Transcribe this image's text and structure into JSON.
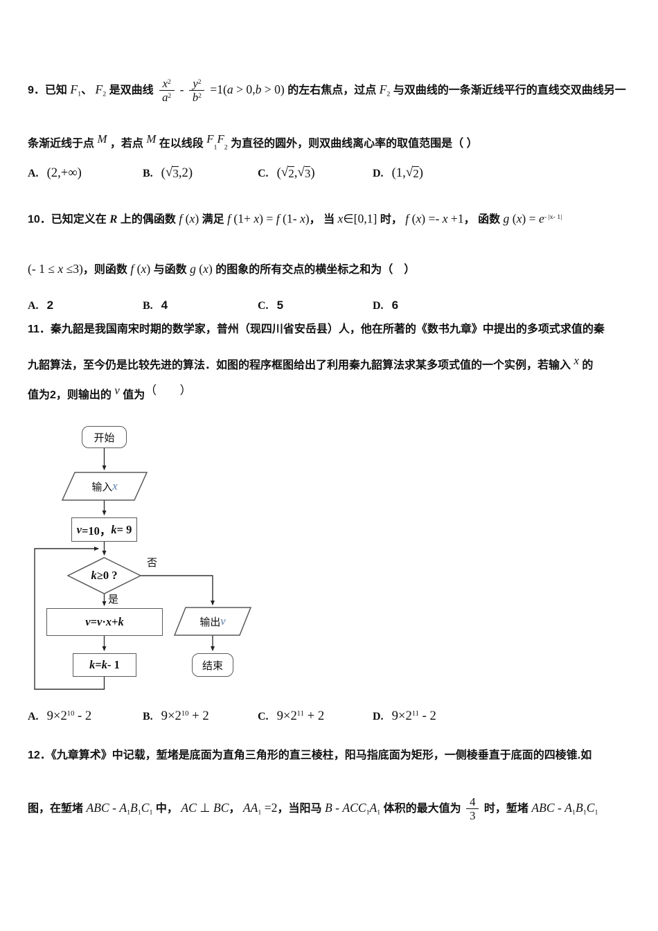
{
  "page": {
    "background": "#ffffff",
    "ink": "#111111",
    "variable_blue": "#5b7fae"
  },
  "questions": {
    "q9": {
      "line1": [
        {
          "t": "c",
          "v": "9．已知 "
        },
        {
          "t": "m",
          "v": "F"
        },
        {
          "t": "sub",
          "v": "1"
        },
        {
          "t": "c",
          "v": "、 "
        },
        {
          "t": "m",
          "v": "F"
        },
        {
          "t": "sub",
          "v": "2"
        },
        {
          "t": "c",
          "v": " 是双曲线 "
        },
        {
          "t": "frac",
          "n": [
            {
              "t": "m",
              "v": "x"
            },
            {
              "t": "sup",
              "v": "2"
            }
          ],
          "d": [
            {
              "t": "m",
              "v": "a"
            },
            {
              "t": "sup",
              "v": "2"
            }
          ]
        },
        {
          "t": "u",
          "v": " - "
        },
        {
          "t": "frac",
          "n": [
            {
              "t": "m",
              "v": "y"
            },
            {
              "t": "sup",
              "v": "2"
            }
          ],
          "d": [
            {
              "t": "m",
              "v": "b"
            },
            {
              "t": "sup",
              "v": "2"
            }
          ]
        },
        {
          "t": "u",
          "v": " =1("
        },
        {
          "t": "m",
          "v": "a"
        },
        {
          "t": "u",
          "v": " > 0,"
        },
        {
          "t": "m",
          "v": "b"
        },
        {
          "t": "u",
          "v": " > 0) "
        },
        {
          "t": "c",
          "v": "的左右焦点，过点 "
        },
        {
          "t": "m",
          "v": "F"
        },
        {
          "t": "sub",
          "v": "2"
        },
        {
          "t": "c",
          "v": " 与双曲线的一条渐近线平行的直线交双曲线另一"
        }
      ],
      "line2": [
        {
          "t": "c",
          "v": "条渐近线于点 "
        },
        {
          "t": "mr",
          "v": "M"
        },
        {
          "t": "c",
          "v": " ，若点 "
        },
        {
          "t": "mr",
          "v": "M"
        },
        {
          "t": "c",
          "v": " 在以线段 "
        },
        {
          "t": "mr",
          "v": "F"
        },
        {
          "t": "sub",
          "v": "1"
        },
        {
          "t": "mr",
          "v": "F"
        },
        {
          "t": "sub",
          "v": "2"
        },
        {
          "t": "c",
          "v": " 为直径的圆外，则双曲线离心率的取值范围是（ ）"
        }
      ],
      "options": [
        {
          "label": "A.",
          "segs": [
            {
              "t": "u",
              "v": "(2,+∞)"
            }
          ]
        },
        {
          "label": "B.",
          "segs": [
            {
              "t": "u",
              "v": "("
            },
            {
              "t": "sqrt",
              "v": "3"
            },
            {
              "t": "u",
              "v": ",2)"
            }
          ]
        },
        {
          "label": "C.",
          "segs": [
            {
              "t": "u",
              "v": "("
            },
            {
              "t": "sqrt",
              "v": "2"
            },
            {
              "t": "u",
              "v": ","
            },
            {
              "t": "sqrt",
              "v": "3"
            },
            {
              "t": "u",
              "v": ")"
            }
          ]
        },
        {
          "label": "D.",
          "segs": [
            {
              "t": "u",
              "v": "(1,"
            },
            {
              "t": "sqrt",
              "v": "2"
            },
            {
              "t": "u",
              "v": ")"
            }
          ]
        }
      ]
    },
    "q10": {
      "line1": [
        {
          "t": "c",
          "v": "10．已知定义在 "
        },
        {
          "t": "bi",
          "v": "R"
        },
        {
          "t": "c",
          "v": " 上的偶函数 "
        },
        {
          "t": "m",
          "v": "f"
        },
        {
          "t": "u",
          "v": " ("
        },
        {
          "t": "m",
          "v": "x"
        },
        {
          "t": "u",
          "v": ")"
        },
        {
          "t": "c",
          "v": " 满足 "
        },
        {
          "t": "m",
          "v": "f"
        },
        {
          "t": "u",
          "v": " (1+ "
        },
        {
          "t": "m",
          "v": "x"
        },
        {
          "t": "u",
          "v": ") = "
        },
        {
          "t": "m",
          "v": "f"
        },
        {
          "t": "u",
          "v": " (1- "
        },
        {
          "t": "m",
          "v": "x"
        },
        {
          "t": "u",
          "v": ")"
        },
        {
          "t": "c",
          "v": "， 当 "
        },
        {
          "t": "m",
          "v": "x"
        },
        {
          "t": "u",
          "v": "∈[0,1]"
        },
        {
          "t": "c",
          "v": " 时， "
        },
        {
          "t": "m",
          "v": "f"
        },
        {
          "t": "u",
          "v": " ("
        },
        {
          "t": "m",
          "v": "x"
        },
        {
          "t": "u",
          "v": ") =- "
        },
        {
          "t": "m",
          "v": "x"
        },
        {
          "t": "u",
          "v": " +1"
        },
        {
          "t": "c",
          "v": "， 函数 "
        },
        {
          "t": "m",
          "v": "g"
        },
        {
          "t": "u",
          "v": " ("
        },
        {
          "t": "m",
          "v": "x"
        },
        {
          "t": "u",
          "v": ") = "
        },
        {
          "t": "m",
          "v": "e"
        },
        {
          "t": "sup",
          "v": "- |x- 1|"
        }
      ],
      "line2": [
        {
          "t": "u",
          "v": "(- 1 ≤ "
        },
        {
          "t": "m",
          "v": "x"
        },
        {
          "t": "u",
          "v": " ≤3)"
        },
        {
          "t": "c",
          "v": "，则函数 "
        },
        {
          "t": "m",
          "v": "f"
        },
        {
          "t": "u",
          "v": " ("
        },
        {
          "t": "m",
          "v": "x"
        },
        {
          "t": "u",
          "v": ")"
        },
        {
          "t": "c",
          "v": " 与函数 "
        },
        {
          "t": "m",
          "v": "g"
        },
        {
          "t": "u",
          "v": " ("
        },
        {
          "t": "m",
          "v": "x"
        },
        {
          "t": "u",
          "v": ")"
        },
        {
          "t": "c",
          "v": " 的图象的所有交点的横坐标之和为（　）"
        }
      ],
      "options": [
        {
          "label": "A.",
          "segs": [
            {
              "t": "b",
              "v": "2"
            }
          ]
        },
        {
          "label": "B.",
          "segs": [
            {
              "t": "b",
              "v": "4"
            }
          ]
        },
        {
          "label": "C.",
          "segs": [
            {
              "t": "b",
              "v": "5"
            }
          ]
        },
        {
          "label": "D.",
          "segs": [
            {
              "t": "b",
              "v": "6"
            }
          ]
        }
      ]
    },
    "q11": {
      "line1": [
        {
          "t": "c",
          "v": "11．秦九韶是我国南宋时期的数学家，普州（现四川省安岳县）人，他在所著的《数书九章》中提出的多项式求值的秦"
        }
      ],
      "line2": [
        {
          "t": "c",
          "v": "九韶算法，至今仍是比较先进的算法．如图的程序框图给出了利用秦九韶算法求某多项式值的一个实例，若输入 "
        },
        {
          "t": "mr",
          "v": "x"
        },
        {
          "t": "c",
          "v": " 的"
        }
      ],
      "line3": [
        {
          "t": "c",
          "v": "值为2，则输出的 "
        },
        {
          "t": "mr",
          "v": "v"
        },
        {
          "t": "c",
          "v": " 值为"
        },
        {
          "t": "ur",
          "v": "（　　）"
        }
      ],
      "options": [
        {
          "label": "A.",
          "segs": [
            {
              "t": "u",
              "v": "9×2"
            },
            {
              "t": "sup",
              "v": "10"
            },
            {
              "t": "u",
              "v": " - 2"
            }
          ]
        },
        {
          "label": "B.",
          "segs": [
            {
              "t": "u",
              "v": "9×2"
            },
            {
              "t": "sup",
              "v": "10"
            },
            {
              "t": "u",
              "v": " + 2"
            }
          ]
        },
        {
          "label": "C.",
          "segs": [
            {
              "t": "u",
              "v": "9×2"
            },
            {
              "t": "sup",
              "v": "11"
            },
            {
              "t": "u",
              "v": " + 2"
            }
          ]
        },
        {
          "label": "D.",
          "segs": [
            {
              "t": "u",
              "v": "9×2"
            },
            {
              "t": "sup",
              "v": "11"
            },
            {
              "t": "u",
              "v": " - 2"
            }
          ]
        }
      ]
    },
    "q12": {
      "line1": [
        {
          "t": "c",
          "v": "12．《九章算术》中记载，堑堵是底面为直角三角形的直三棱柱，阳马指底面为矩形，一侧棱垂直于底面的四棱锥.如"
        }
      ],
      "line2": [
        {
          "t": "c",
          "v": "图，在堑堵 "
        },
        {
          "t": "m",
          "v": "ABC"
        },
        {
          "t": "u",
          "v": " - "
        },
        {
          "t": "m",
          "v": "A"
        },
        {
          "t": "sub",
          "v": "1"
        },
        {
          "t": "m",
          "v": "B"
        },
        {
          "t": "sub",
          "v": "1"
        },
        {
          "t": "m",
          "v": "C"
        },
        {
          "t": "sub",
          "v": "1"
        },
        {
          "t": "c",
          "v": " 中， "
        },
        {
          "t": "m",
          "v": "AC"
        },
        {
          "t": "u",
          "v": " ⊥ "
        },
        {
          "t": "m",
          "v": "BC"
        },
        {
          "t": "c",
          "v": "， "
        },
        {
          "t": "m",
          "v": "AA"
        },
        {
          "t": "sub",
          "v": "1"
        },
        {
          "t": "u",
          "v": " =2"
        },
        {
          "t": "c",
          "v": "，当阳马 "
        },
        {
          "t": "m",
          "v": "B"
        },
        {
          "t": "u",
          "v": " - "
        },
        {
          "t": "m",
          "v": "ACC"
        },
        {
          "t": "sub",
          "v": "1"
        },
        {
          "t": "m",
          "v": "A"
        },
        {
          "t": "sub",
          "v": "1"
        },
        {
          "t": "c",
          "v": " 体积的最大值为 "
        },
        {
          "t": "frac",
          "n": [
            {
              "t": "u",
              "v": "4"
            }
          ],
          "d": [
            {
              "t": "u",
              "v": "3"
            }
          ]
        },
        {
          "t": "c",
          "v": " 时，堑堵 "
        },
        {
          "t": "m",
          "v": "ABC"
        },
        {
          "t": "u",
          "v": " - "
        },
        {
          "t": "m",
          "v": "A"
        },
        {
          "t": "sub",
          "v": "1"
        },
        {
          "t": "m",
          "v": "B"
        },
        {
          "t": "sub",
          "v": "1"
        },
        {
          "t": "m",
          "v": "C"
        },
        {
          "t": "sub",
          "v": "1"
        }
      ]
    }
  },
  "flowchart": {
    "start": "开始",
    "input": [
      {
        "t": "c2",
        "v": "输入 "
      },
      {
        "t": "v",
        "v": "x"
      }
    ],
    "init": [
      {
        "t": "m",
        "v": "v"
      },
      {
        "t": "u",
        "v": "=10，"
      },
      {
        "t": "m",
        "v": "k"
      },
      {
        "t": "u",
        "v": "= 9"
      }
    ],
    "decision": [
      {
        "t": "m",
        "v": "k"
      },
      {
        "t": "u",
        "v": " ≥0 ?"
      }
    ],
    "no_label": "否",
    "yes_label": "是",
    "compute": [
      {
        "t": "m",
        "v": "v"
      },
      {
        "t": "u",
        "v": "="
      },
      {
        "t": "m",
        "v": "v"
      },
      {
        "t": "u",
        "v": "·"
      },
      {
        "t": "m",
        "v": "x"
      },
      {
        "t": "u",
        "v": "+ "
      },
      {
        "t": "m",
        "v": "k"
      }
    ],
    "decrement": [
      {
        "t": "m",
        "v": "k"
      },
      {
        "t": "u",
        "v": "="
      },
      {
        "t": "m",
        "v": "k"
      },
      {
        "t": "u",
        "v": "- 1"
      }
    ],
    "output": [
      {
        "t": "c2",
        "v": "输出 "
      },
      {
        "t": "v",
        "v": "v"
      }
    ],
    "end": "结束"
  }
}
